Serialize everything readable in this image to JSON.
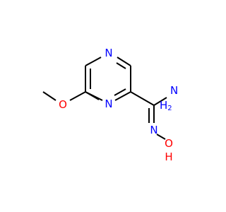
{
  "molecule": {
    "atoms": {
      "n_ring_top": {
        "text": "N",
        "color": "#0000ff"
      },
      "n_ring_bottom": {
        "text": "N",
        "color": "#0000ff"
      },
      "o_methoxy": {
        "text": "O",
        "color": "#ff0000"
      },
      "amine": {
        "text": "H",
        "sub": "2",
        "after": "N",
        "color": "#0000ff"
      },
      "n_oxime": {
        "text": "N",
        "color": "#0000ff"
      },
      "o_hydroxyl": {
        "text": "O",
        "color": "#ff0000"
      },
      "h_hydroxyl": {
        "text": "H",
        "color": "#ff0000"
      }
    },
    "bond_color": "#000000"
  }
}
